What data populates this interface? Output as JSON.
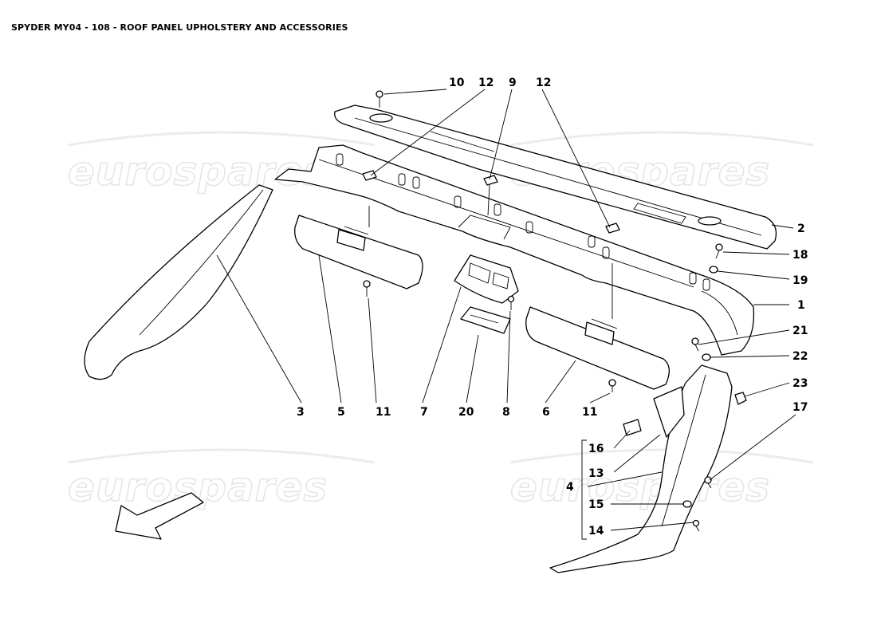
{
  "title": "SPYDER MY04 - 108 - ROOF PANEL UPHOLSTERY AND ACCESSORIES",
  "watermark": "eurospares",
  "callouts": [
    "10",
    "12",
    "9",
    "12",
    "2",
    "18",
    "19",
    "1",
    "21",
    "22",
    "23",
    "17",
    "16",
    "13",
    "4",
    "15",
    "14",
    "3",
    "5",
    "11",
    "7",
    "20",
    "8",
    "6",
    "11"
  ]
}
